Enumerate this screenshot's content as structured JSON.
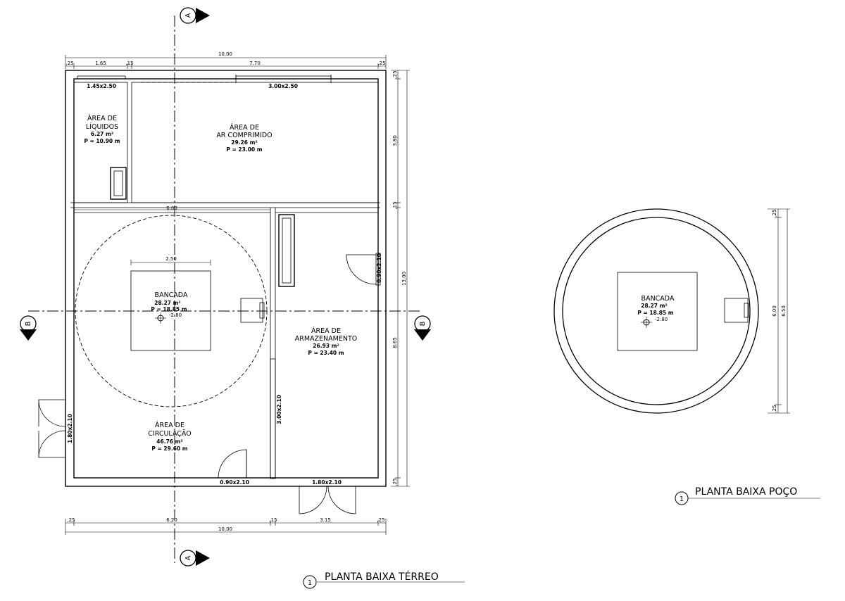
{
  "terreo": {
    "title": "PLANTA BAIXA TÉRREO",
    "title_num": "1",
    "dims": {
      "top_total": "10,00",
      "top_25a": ",25",
      "top_165": "1.65",
      "top_15": ",15",
      "top_770": "7.70",
      "top_25b": ",25",
      "right_25a": ",25",
      "right_380": "3.80",
      "right_15": ",15",
      "right_1300": "13,00",
      "right_865": "8.65",
      "right_25b": ",25",
      "bot_25a": ",25",
      "bot_620": "6.20",
      "bot_15": ",15",
      "bot_315": "3.15",
      "bot_25b": ",25",
      "bot_total": "10,00",
      "inner_600": "6.00",
      "bench_250": "2.50"
    },
    "openings": {
      "win_liq": "1.45x2.50",
      "win_ar": "3.00x2.50",
      "door_arm": "0.90x2.10",
      "door_ent": "1.80x2.10",
      "door_circ": "0.90x2.10",
      "door_ext": "1.80x2.10",
      "opening_mid": "3.00x2.10"
    },
    "rooms": {
      "liquidos": {
        "name1": "ÁREA DE",
        "name2": "LÍQUIDOS",
        "area": "6.27  m²",
        "perim": "P  =  10.90  m"
      },
      "ar": {
        "name1": "ÁREA  DE",
        "name2": "AR COMPRIMIDO",
        "area": "29.26  m²",
        "perim": "P  =  23.00  m"
      },
      "bancada": {
        "name": "BANCADA",
        "area": "28.27  m²",
        "perim": "P  =  18.85  m",
        "level": "-2.80"
      },
      "armazenamento": {
        "name1": "ÁREA  DE",
        "name2": "ARMAZENAMENTO",
        "area": "26.93  m²",
        "perim": "P  =  23.40  m"
      },
      "circulacao": {
        "name1": "ÁREA  DE",
        "name2": "CIRCULAÇÃO",
        "area": "46.76  m²",
        "perim": "P  =  29.60  m"
      }
    },
    "section_marks": {
      "a": "A",
      "b": "B"
    }
  },
  "poco": {
    "title": "PLANTA BAIXA POÇO",
    "title_num": "1",
    "bancada": {
      "name": "BANCADA",
      "area": "28.27  m²",
      "perim": "P  =  18.85  m",
      "level": "-2.80"
    },
    "dims": {
      "top_25": ",25",
      "inner_600": "6.00",
      "outer_650": "6.50",
      "bot_25": ",25"
    }
  }
}
